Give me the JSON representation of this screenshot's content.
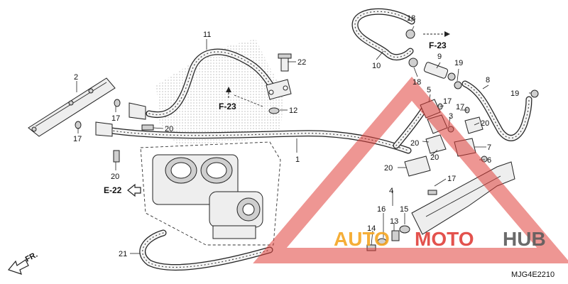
{
  "part_numbers": {
    "n1": "1",
    "n2": "2",
    "n3": "3",
    "n4": "4",
    "n5": "5",
    "n6": "6",
    "n7": "7",
    "n8": "8",
    "n9": "9",
    "n10": "10",
    "n11": "11",
    "n12": "12",
    "n13": "13",
    "n14": "14",
    "n15": "15",
    "n16": "16",
    "n17": "17",
    "n18": "18",
    "n19": "19",
    "n20": "20",
    "n21": "21",
    "n22": "22"
  },
  "references": {
    "f23_top": "F-23",
    "f23_mid": "F-23",
    "e22": "E-22"
  },
  "direction": {
    "front": "FR."
  },
  "diagram_code": "MJG4E2210",
  "watermark": {
    "auto": "AUTO",
    "moto": "MOTO",
    "hub": "HUB",
    "colors": {
      "red": "#e0403a",
      "orange": "#f5a623",
      "gray": "#5c5c5c"
    }
  }
}
